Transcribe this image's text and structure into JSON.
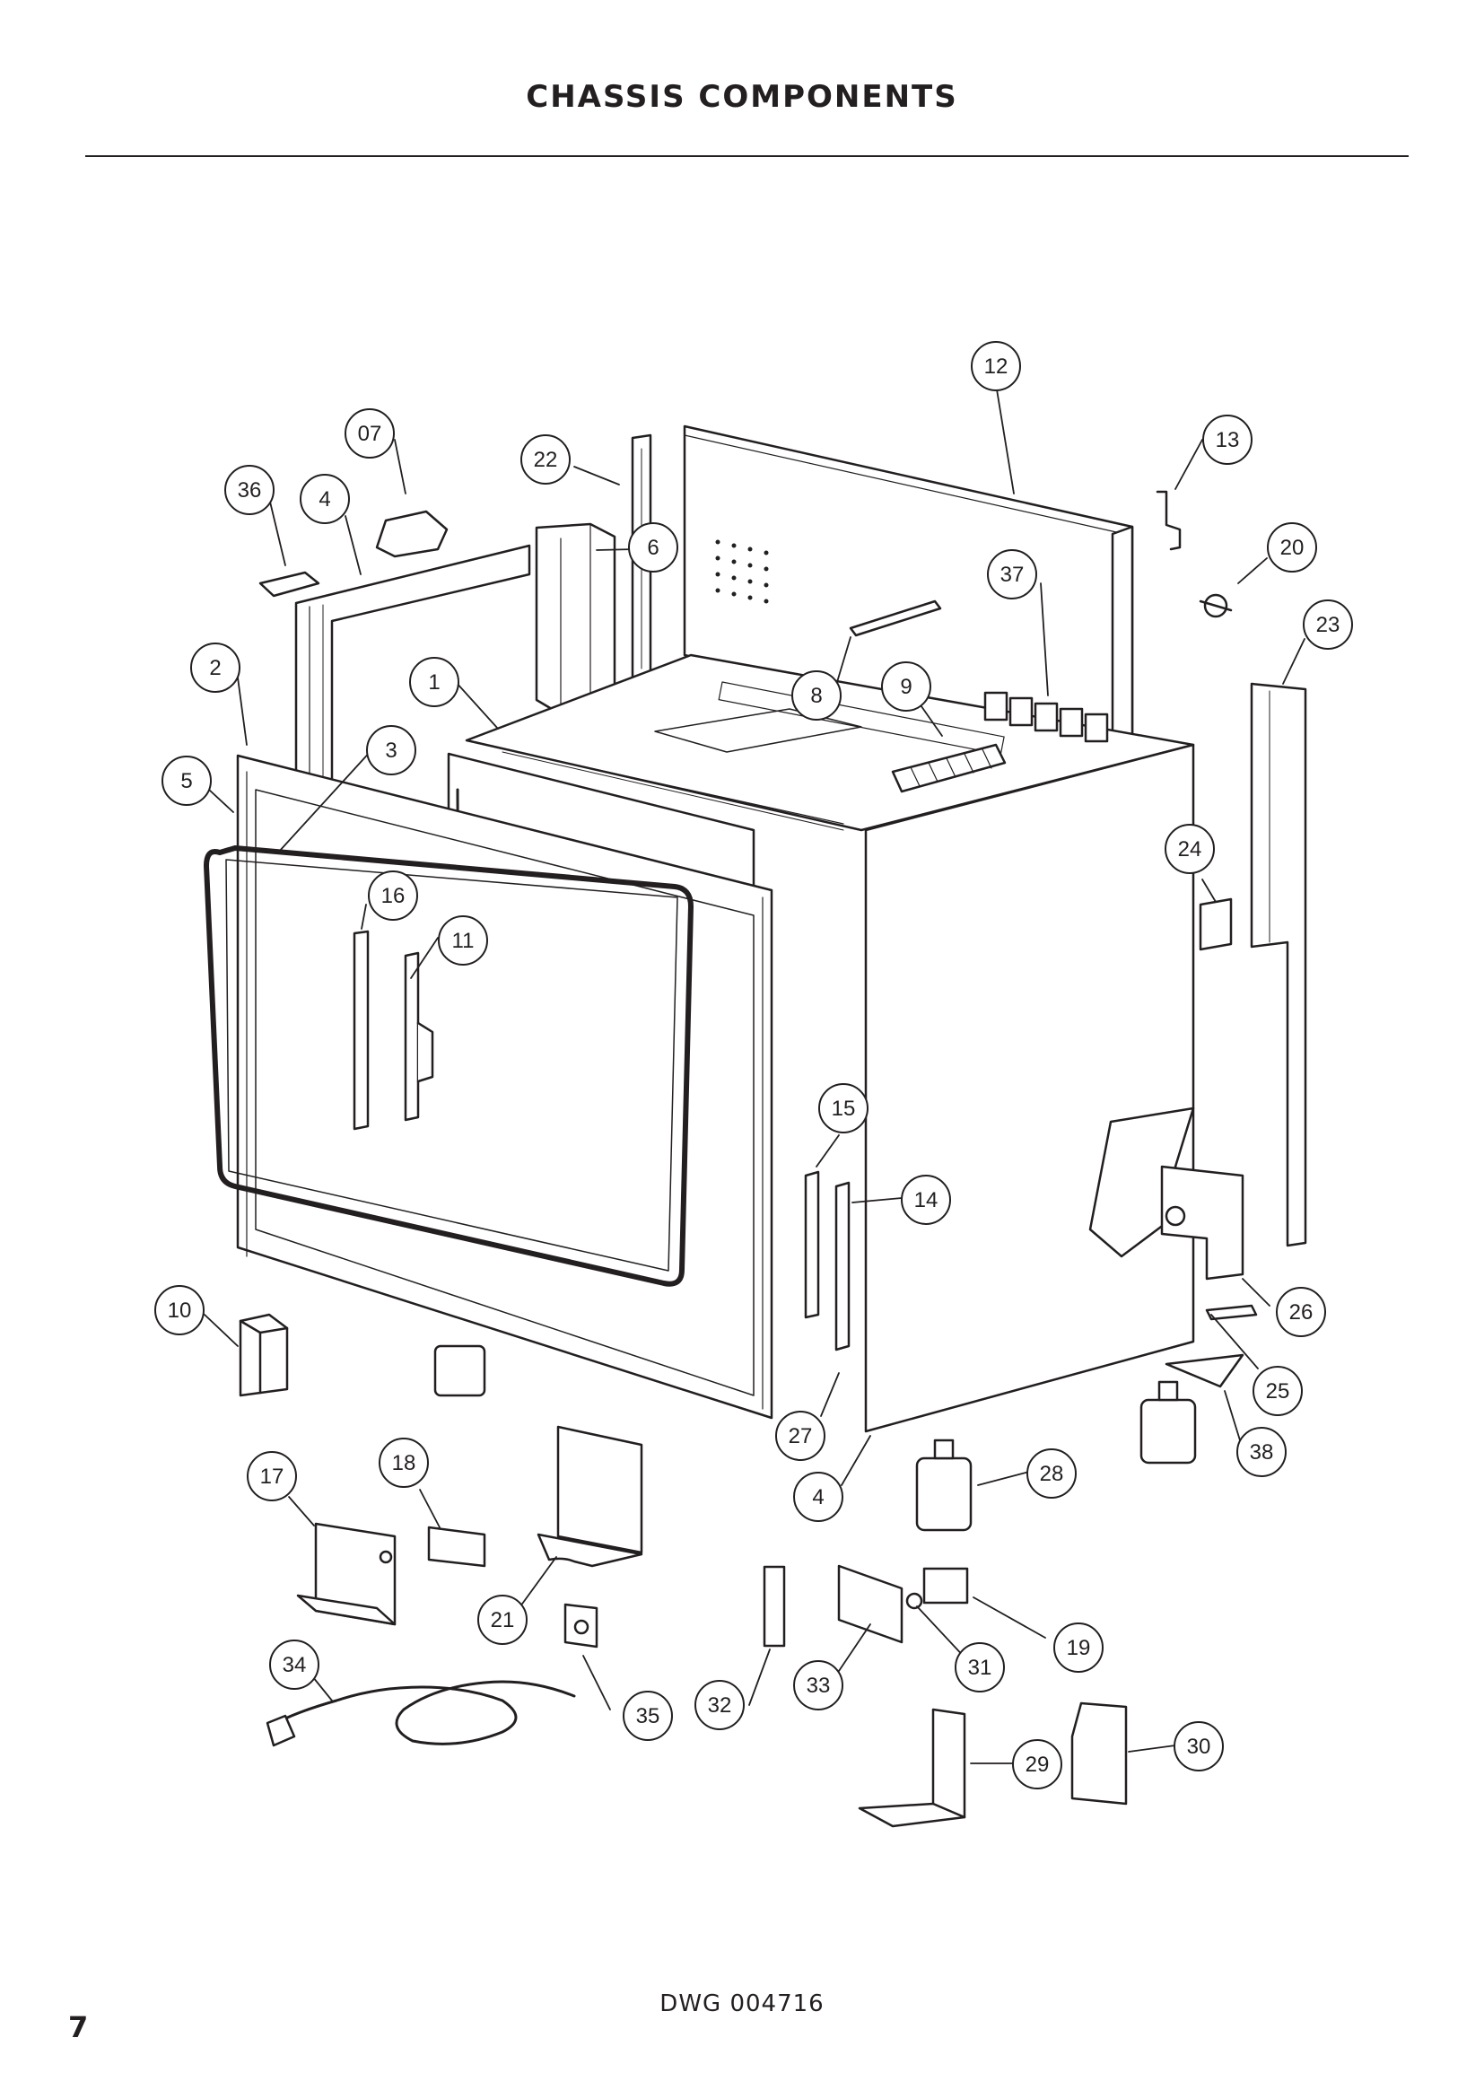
{
  "page": {
    "title": "CHASSIS COMPONENTS",
    "drawing_number": "DWG 004716",
    "page_number": "7"
  },
  "callouts": [
    {
      "id": "12",
      "label": "12"
    },
    {
      "id": "07",
      "label": "07"
    },
    {
      "id": "13",
      "label": "13"
    },
    {
      "id": "36",
      "label": "36"
    },
    {
      "id": "4a",
      "label": "4"
    },
    {
      "id": "22",
      "label": "22"
    },
    {
      "id": "6",
      "label": "6"
    },
    {
      "id": "20",
      "label": "20"
    },
    {
      "id": "37",
      "label": "37"
    },
    {
      "id": "23",
      "label": "23"
    },
    {
      "id": "2",
      "label": "2"
    },
    {
      "id": "1",
      "label": "1"
    },
    {
      "id": "8",
      "label": "8"
    },
    {
      "id": "9",
      "label": "9"
    },
    {
      "id": "3",
      "label": "3"
    },
    {
      "id": "5",
      "label": "5"
    },
    {
      "id": "24",
      "label": "24"
    },
    {
      "id": "16",
      "label": "16"
    },
    {
      "id": "11",
      "label": "11"
    },
    {
      "id": "15",
      "label": "15"
    },
    {
      "id": "14",
      "label": "14"
    },
    {
      "id": "10",
      "label": "10"
    },
    {
      "id": "26",
      "label": "26"
    },
    {
      "id": "25",
      "label": "25"
    },
    {
      "id": "27",
      "label": "27"
    },
    {
      "id": "38",
      "label": "38"
    },
    {
      "id": "17",
      "label": "17"
    },
    {
      "id": "18",
      "label": "18"
    },
    {
      "id": "28",
      "label": "28"
    },
    {
      "id": "4b",
      "label": "4"
    },
    {
      "id": "21",
      "label": "21"
    },
    {
      "id": "19",
      "label": "19"
    },
    {
      "id": "31",
      "label": "31"
    },
    {
      "id": "34",
      "label": "34"
    },
    {
      "id": "35",
      "label": "35"
    },
    {
      "id": "32",
      "label": "32"
    },
    {
      "id": "33",
      "label": "33"
    },
    {
      "id": "29",
      "label": "29"
    },
    {
      "id": "30",
      "label": "30"
    }
  ]
}
